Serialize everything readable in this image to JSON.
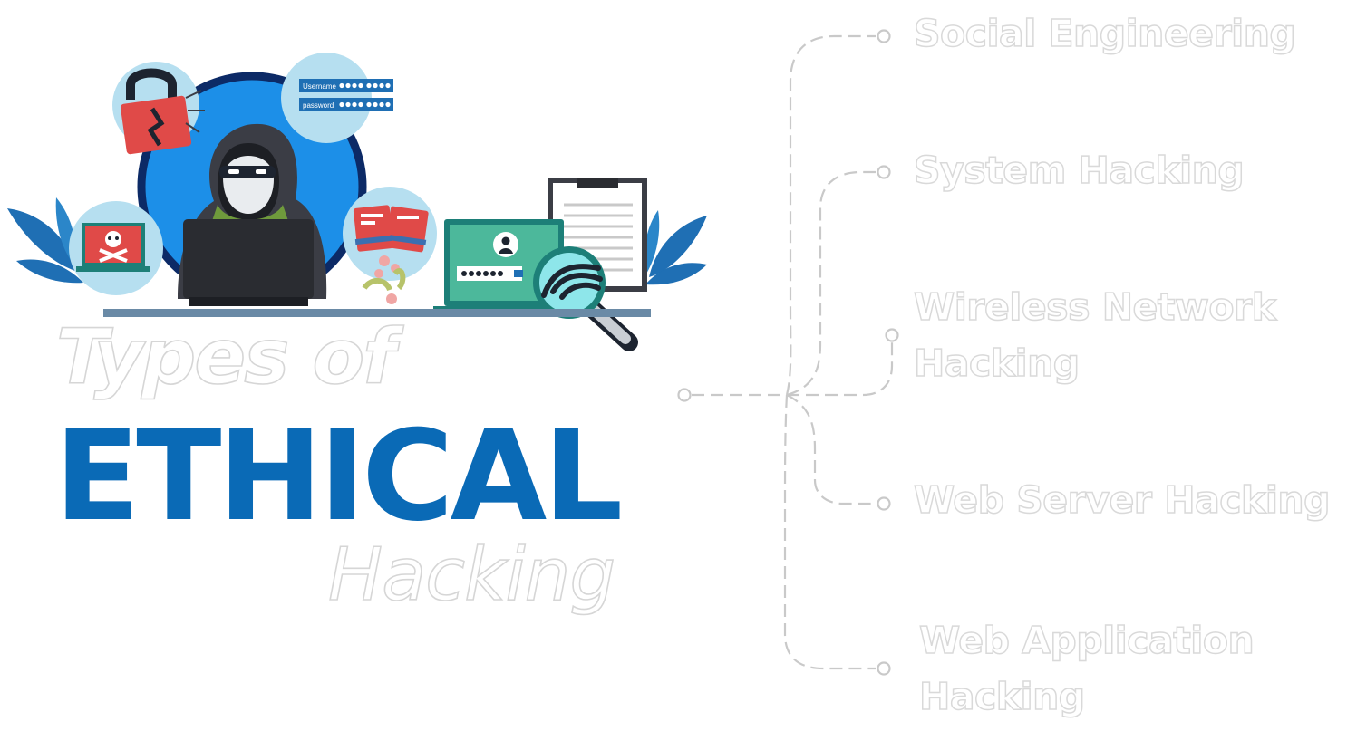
{
  "title": {
    "line1": "Types of",
    "line2": "ETHICAL",
    "line3": "Hacking"
  },
  "illustration": {
    "credential_panel": {
      "username_label": "Username",
      "password_label": "password"
    }
  },
  "branches": [
    {
      "label": "Social Engineering"
    },
    {
      "label": "System Hacking"
    },
    {
      "label": "Wireless Network Hacking"
    },
    {
      "label": "Web Server Hacking"
    },
    {
      "label": "Web Application Hacking"
    }
  ],
  "colors": {
    "brand_blue": "#0a6ab6",
    "outline_grey": "#d6d6d6",
    "connector_grey": "#c9c9c9",
    "alert_red": "#e04a48",
    "screen_green": "#4cb89b",
    "leaf_blue": "#1f6fb4",
    "bubble_blue": "#b6dff0",
    "hood_grey": "#3b3d45"
  }
}
